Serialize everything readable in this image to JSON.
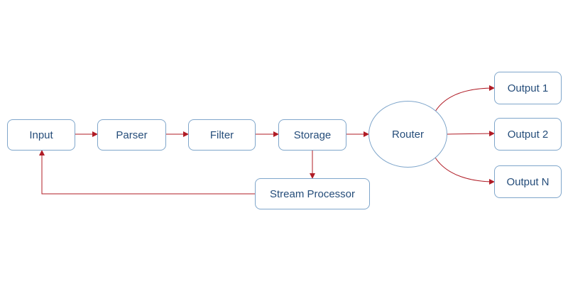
{
  "diagram": {
    "colors": {
      "node_border": "#7fa6cb",
      "node_text": "#254d7a",
      "edge": "#b01c26",
      "background": "#ffffff"
    },
    "nodes": {
      "input": "Input",
      "parser": "Parser",
      "filter": "Filter",
      "storage": "Storage",
      "router": "Router",
      "stream_processor": "Stream Processor",
      "output_1": "Output 1",
      "output_2": "Output 2",
      "output_n": "Output N"
    },
    "edges": [
      {
        "from": "Input",
        "to": "Parser"
      },
      {
        "from": "Parser",
        "to": "Filter"
      },
      {
        "from": "Filter",
        "to": "Storage"
      },
      {
        "from": "Storage",
        "to": "Router"
      },
      {
        "from": "Storage",
        "to": "Stream Processor"
      },
      {
        "from": "Stream Processor",
        "to": "Input"
      },
      {
        "from": "Router",
        "to": "Output 1"
      },
      {
        "from": "Router",
        "to": "Output 2"
      },
      {
        "from": "Router",
        "to": "Output N"
      }
    ]
  }
}
